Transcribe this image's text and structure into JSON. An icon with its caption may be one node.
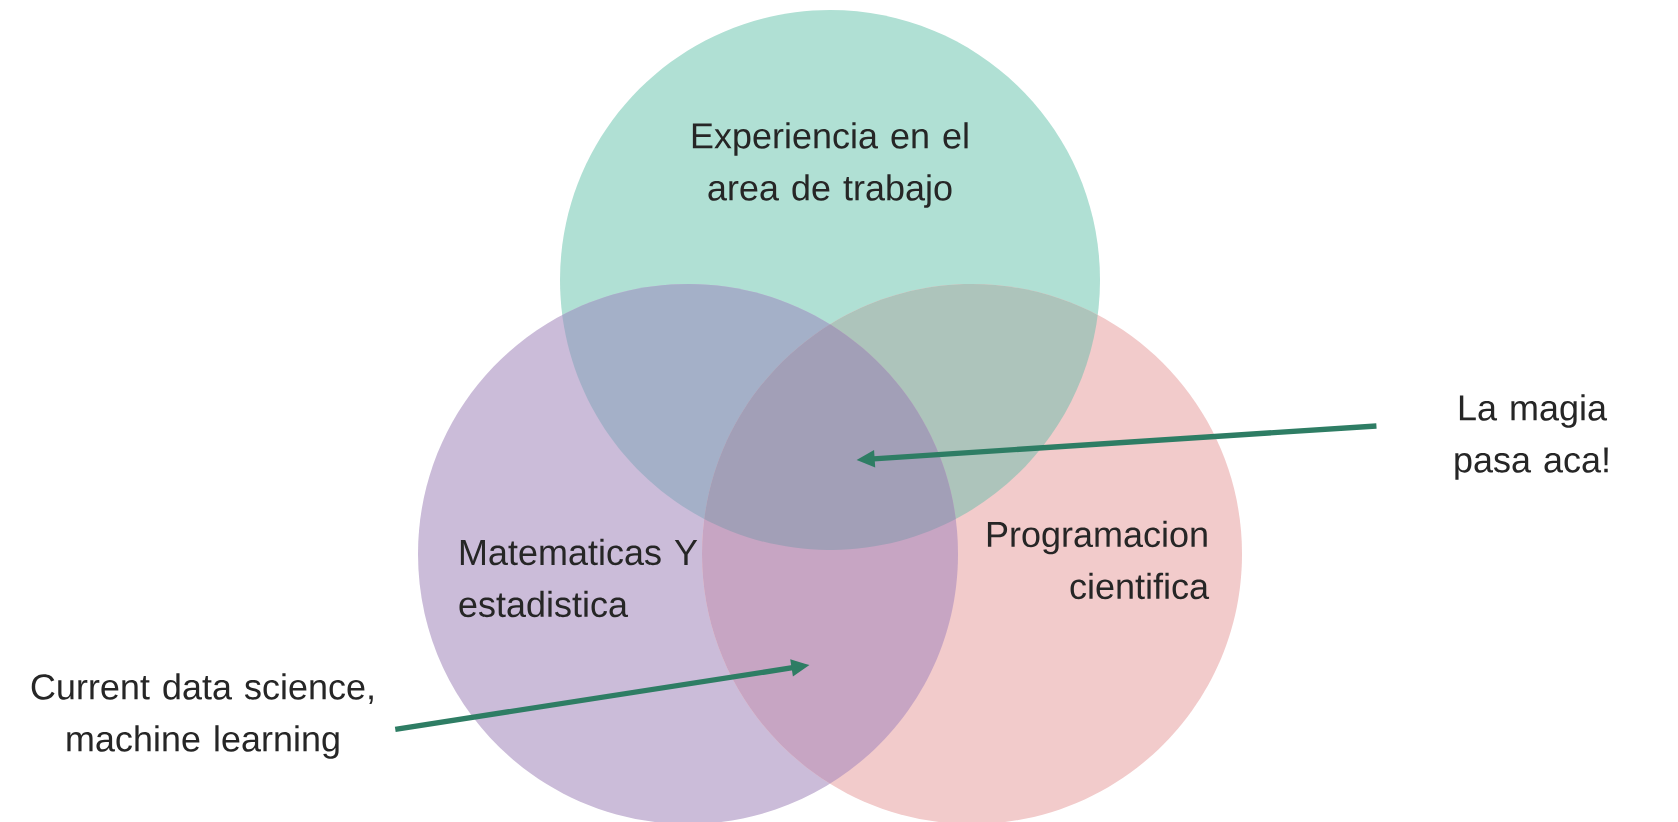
{
  "diagram": {
    "nodes": [
      {
        "text": [
          "Experiencia en el area de trabajo"
        ]
      },
      {
        "text": [
          "Matematicas Y estadistica"
        ]
      },
      {
        "text": [
          "Programacion cientifica"
        ]
      },
      {
        "text": [
          "La magia pasa aca!"
        ]
      },
      {
        "text": [
          "Current data science, machine learning"
        ]
      }
    ],
    "edges": [
      {
        "from": 3,
        "to": null,
        "arrow": "to"
      },
      {
        "from": 4,
        "to": null,
        "arrow": "to"
      }
    ]
  }
}
